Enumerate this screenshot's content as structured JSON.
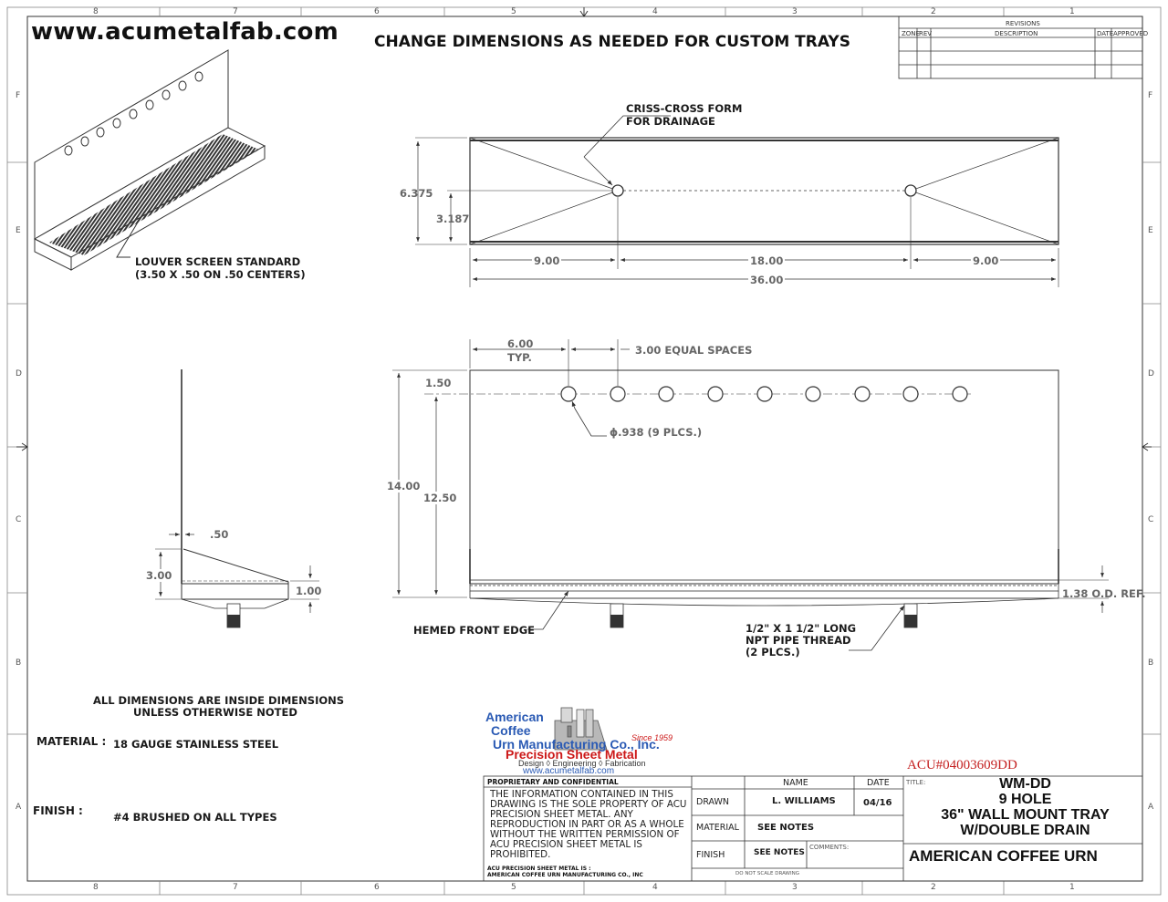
{
  "site": "www.acumetalfab.com",
  "heading": "CHANGE DIMENSIONS AS NEEDED FOR CUSTOM TRAYS",
  "border": {
    "cols": [
      "8",
      "7",
      "6",
      "5",
      "4",
      "3",
      "2",
      "1"
    ],
    "rows": [
      "F",
      "E",
      "D",
      "C",
      "B",
      "A"
    ]
  },
  "revisions": {
    "title": "REVISIONS",
    "zone": "ZONE",
    "rev": "REV",
    "description": "DESCRIPTION",
    "date": "DATE",
    "approved": "APPROVED"
  },
  "iso_view": {
    "louver_note_1": "LOUVER SCREEN STANDARD",
    "louver_note_2": "(3.50 X .50 ON .50 CENTERS)"
  },
  "top_view": {
    "note_1": "CRISS-CROSS FORM",
    "note_2": "FOR DRAINAGE",
    "dim_height": "6.375",
    "dim_half": "3.187",
    "dim_left": "9.00",
    "dim_mid": "18.00",
    "dim_right": "9.00",
    "dim_total": "36.00"
  },
  "front_view": {
    "dim_first": "6.00",
    "typ": "TYP.",
    "equal_spaces": "3.00 EQUAL SPACES",
    "dim_top": "1.50",
    "dim_14": "14.00",
    "dim_1250": "12.50",
    "hole_dia": "ϕ.938 (9 PLCS.)",
    "od_ref": "1.38 O.D. REF.",
    "hem_note": "HEMED FRONT EDGE",
    "pipe_1": "1/2\" X 1 1/2\" LONG",
    "pipe_2": "NPT PIPE THREAD",
    "pipe_3": "(2 PLCS.)"
  },
  "side_view": {
    "dim_050": ".50",
    "dim_300": "3.00",
    "dim_100": "1.00"
  },
  "notes": {
    "inside_1": "ALL DIMENSIONS ARE INSIDE DIMENSIONS",
    "inside_2": "UNLESS OTHERWISE NOTED",
    "material_label": "MATERIAL :",
    "material_value": "18 GAUGE STAINLESS STEEL",
    "finish_label": "FINISH :",
    "finish_value": "#4 BRUSHED ON ALL TYPES"
  },
  "logo": {
    "line1": "American",
    "line2": "Coffee",
    "line3": "Urn Manufacturing Co., Inc.",
    "since": "Since 1959",
    "psm": "Precision Sheet Metal",
    "tagline": "Design ◊ Engineering ◊ Fabrication",
    "url": "www.acumetalfab.com"
  },
  "part_no": "ACU#04003609DD",
  "title_block": {
    "prop_head": "PROPRIETARY AND CONFIDENTIAL",
    "prop_body": "THE INFORMATION CONTAINED IN THIS DRAWING IS THE SOLE PROPERTY OF ACU PRECISION SHEET METAL. ANY REPRODUCTION IN PART OR AS A WHOLE WITHOUT THE WRITTEN PERMISSION OF ACU PRECISION SHEET METAL IS PROHIBITED.",
    "prop_foot1": "ACU PRECISION SHEET METAL IS :",
    "prop_foot2": "AMERICAN COFFEE URN MANUFACTURING CO., INC",
    "name_hdr": "NAME",
    "date_hdr": "DATE",
    "drawn": "DRAWN",
    "drawn_name": "L. WILLIAMS",
    "drawn_date": "04/16",
    "material": "MATERIAL",
    "material_val": "SEE NOTES",
    "finish": "FINISH",
    "finish_val": "SEE NOTES",
    "comments": "COMMENTS:",
    "do_not_scale": "DO NOT SCALE DRAWING",
    "title_lbl": "TITLE:",
    "t1": "WM-DD",
    "t2": "9 HOLE",
    "t3": "36\" WALL MOUNT TRAY",
    "t4": "W/DOUBLE DRAIN",
    "company": "AMERICAN COFFEE URN"
  }
}
